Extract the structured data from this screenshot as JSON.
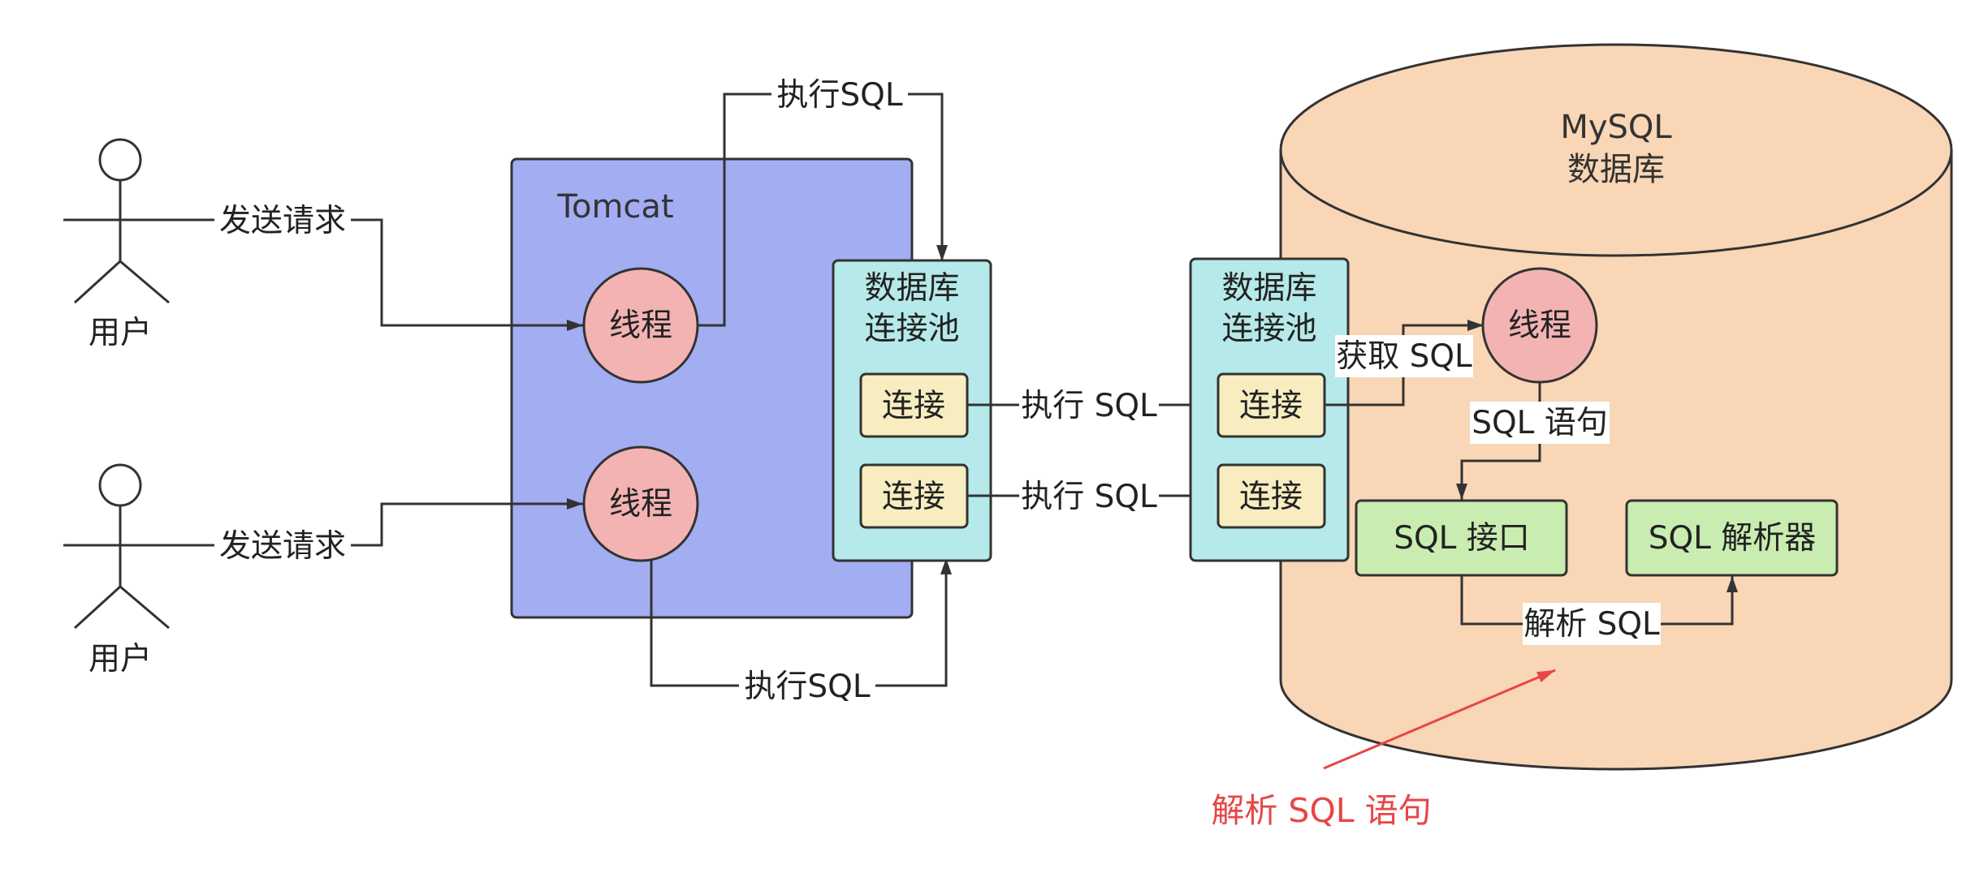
{
  "colors": {
    "tomcat_fill": "#a3adf2",
    "pool_fill": "#b6e9e9",
    "thread_fill": "#f3b3b3",
    "connection_fill": "#f7edc0",
    "component_fill": "#c9ecb1",
    "db_fill": "#f8d6b6",
    "stroke": "#333333",
    "annotation_red": "#e84545"
  },
  "users": [
    {
      "label": "用户",
      "action": "发送请求"
    },
    {
      "label": "用户",
      "action": "发送请求"
    }
  ],
  "tomcat": {
    "title": "Tomcat",
    "threads": [
      "线程",
      "线程"
    ],
    "exec_top": "执行SQL",
    "exec_bottom": "执行SQL"
  },
  "client_pool": {
    "title_line1": "数据库",
    "title_line2": "连接池",
    "connections": [
      "连接",
      "连接"
    ]
  },
  "pool_links": [
    "执行 SQL",
    "执行 SQL"
  ],
  "server_pool": {
    "title_line1": "数据库",
    "title_line2": "连接池",
    "connections": [
      "连接",
      "连接"
    ]
  },
  "mysql": {
    "title_line1": "MySQL",
    "title_line2": "数据库",
    "thread": "线程",
    "get_sql": "获取 SQL",
    "sql_statement": "SQL 语句",
    "sql_interface": "SQL 接口",
    "sql_parser": "SQL 解析器",
    "parse_sql": "解析 SQL"
  },
  "annotation": "解析 SQL 语句"
}
